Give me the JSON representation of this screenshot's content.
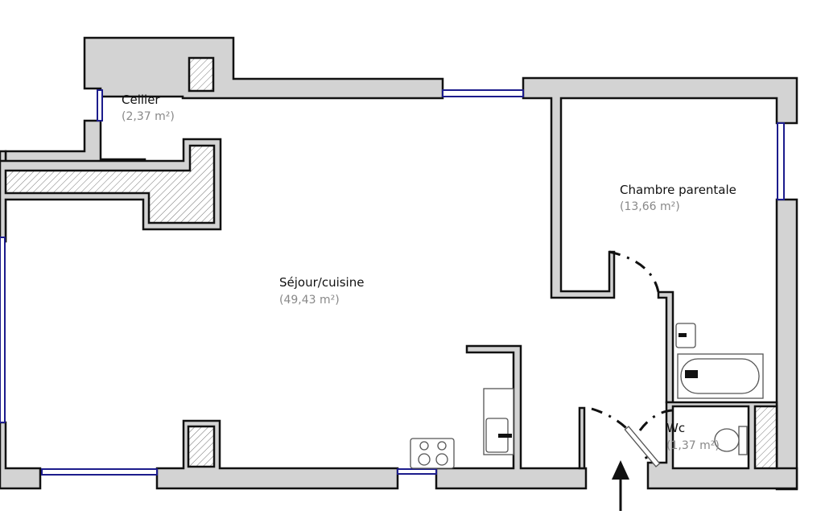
{
  "plan": {
    "rooms": [
      {
        "name": "Cellier",
        "area": "(2,37 m²)"
      },
      {
        "name": "Séjour/cuisine",
        "area": "(49,43 m²)"
      },
      {
        "name": "Chambre parentale",
        "area": "(13,66 m²)"
      },
      {
        "name": "Wc",
        "area": "(1,37 m²)"
      }
    ],
    "entrance_marker": "arrow-up-icon",
    "colors": {
      "wall": "#d3d3d3",
      "outline": "#111111",
      "window": "#1c1c8c",
      "area_text": "#888888"
    }
  }
}
